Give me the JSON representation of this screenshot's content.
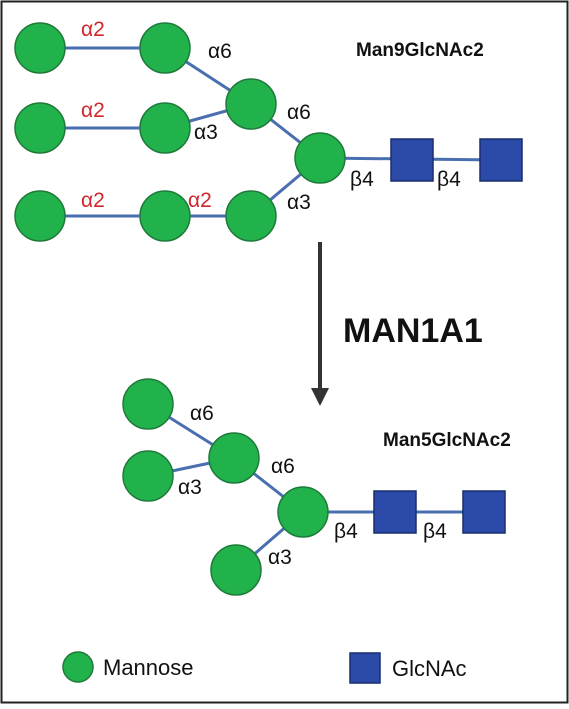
{
  "colors": {
    "mannose": "#21b24b",
    "mannose_stroke": "#1e7a3a",
    "glcnac": "#2c4aa8",
    "glcnac_stroke": "#1a2c6e",
    "bond": "#4a6fb0",
    "alpha2": "#d0282c",
    "arrow": "#333333",
    "border": "#222222"
  },
  "top": {
    "title": "Man9GlcNAc2",
    "labels": {
      "a2_row1": "α2",
      "a6_upper": "α6",
      "a2_row2": "α2",
      "a3_mid": "α3",
      "a6_core": "α6",
      "a2_row3a": "α2",
      "a2_row3b": "α2",
      "a3_core": "α3",
      "b4_first": "β4",
      "b4_second": "β4"
    }
  },
  "enzyme": "MAN1A1",
  "bottom": {
    "title": "Man5GlcNAc2",
    "labels": {
      "a6_upper": "α6",
      "a3_upper": "α3",
      "a6_core": "α6",
      "a3_core": "α3",
      "b4_first": "β4",
      "b4_second": "β4"
    }
  },
  "legend": {
    "mannose": "Mannose",
    "glcnac": "GlcNAc"
  }
}
